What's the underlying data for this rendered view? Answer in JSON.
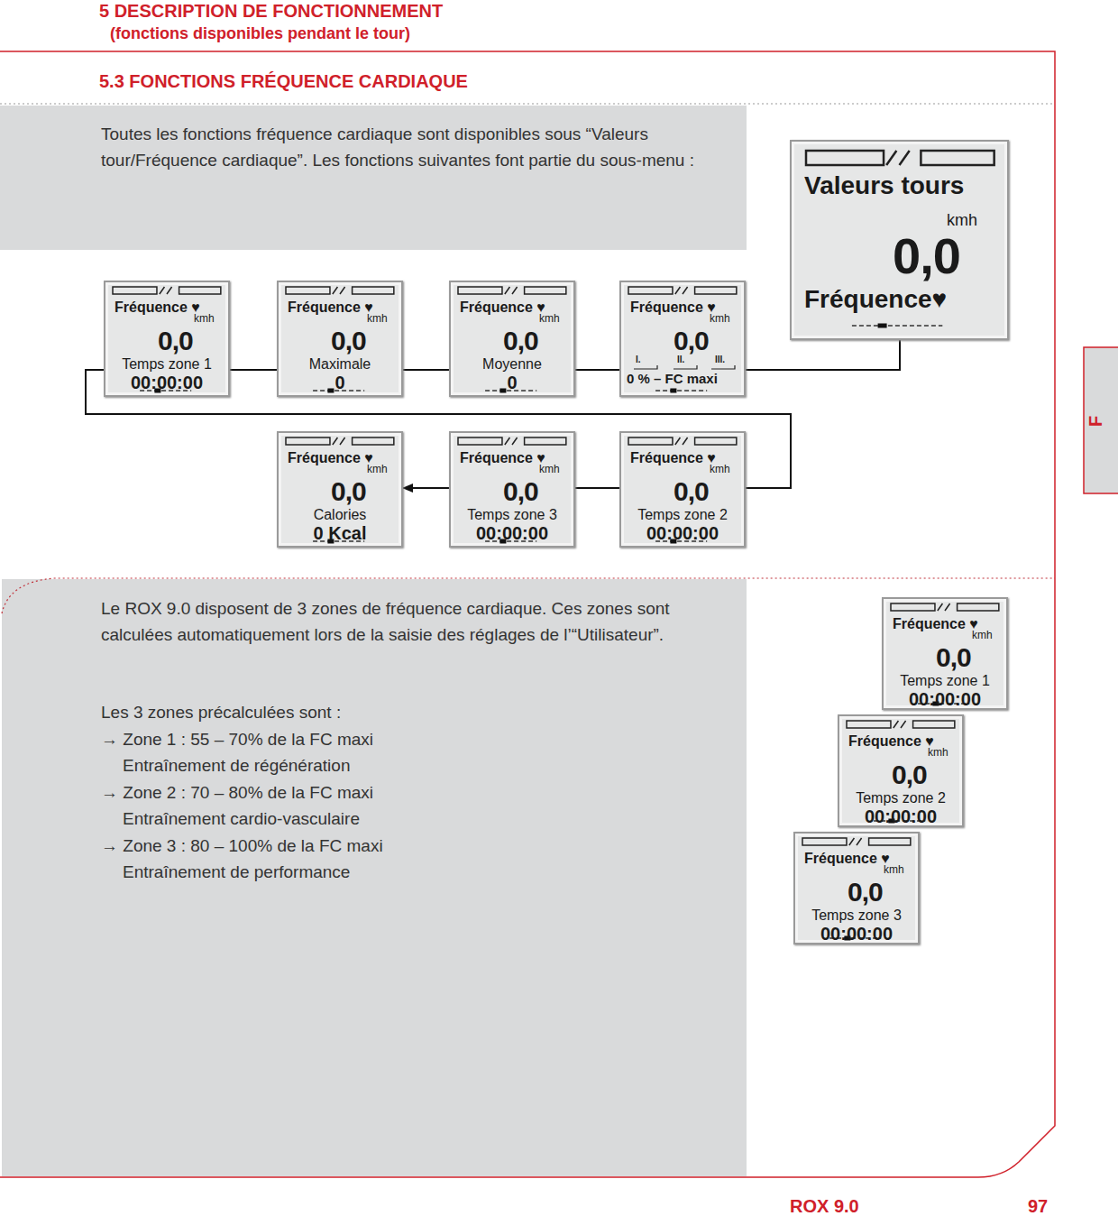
{
  "diagram": {
    "title": "5.3 FONCTIONS FRÉQUENCE CARDIAQUE",
    "nodes": [
      {
        "text": [
          "Valeurs tours",
          "0,0",
          "kmh",
          "Fréquence♥"
        ]
      },
      {
        "text": [
          "Fréquence ♥",
          "0,0",
          "kmh",
          "Temps zone 1",
          "00:00:00"
        ]
      },
      {
        "text": [
          "Fréquence ♥",
          "0,0",
          "kmh",
          "Maximale",
          "0"
        ]
      },
      {
        "text": [
          "Fréquence ♥",
          "0,0",
          "kmh",
          "Moyenne",
          "0"
        ]
      },
      {
        "text": [
          "Fréquence ♥",
          "0,0",
          "kmh",
          "I.",
          "II.",
          "III.",
          "0 % – FC maxi"
        ]
      },
      {
        "text": [
          "Fréquence ♥",
          "0,0",
          "kmh",
          "Calories",
          "0 Kcal"
        ]
      },
      {
        "text": [
          "Fréquence ♥",
          "0,0",
          "kmh",
          "Temps zone 3",
          "00:00:00"
        ]
      },
      {
        "text": [
          "Fréquence ♥",
          "0,0",
          "kmh",
          "Temps zone 2",
          "00:00:00"
        ]
      },
      {
        "text": [
          "Fréquence ♥",
          "0,0",
          "kmh",
          "Temps zone 1",
          "00:00:00"
        ]
      },
      {
        "text": [
          "Fréquence ♥",
          "0,0",
          "kmh",
          "Temps zone 2",
          "00:00:00"
        ]
      },
      {
        "text": [
          "Fréquence ♥",
          "0,0",
          "kmh",
          "Temps zone 3",
          "00:00:00"
        ]
      }
    ],
    "edges": [
      {
        "from": 0,
        "to": 4,
        "arrow": "none"
      },
      {
        "from": 4,
        "to": 3,
        "arrow": "none"
      },
      {
        "from": 3,
        "to": 2,
        "arrow": "none"
      },
      {
        "from": 2,
        "to": 1,
        "arrow": "none"
      },
      {
        "from": 1,
        "to": 7,
        "arrow": "none"
      },
      {
        "from": 7,
        "to": 6,
        "arrow": "none"
      },
      {
        "from": 6,
        "to": 5,
        "arrow": "to"
      }
    ],
    "labels": [
      "5 DESCRIPTION DE FONCTIONNEMENT",
      "(fonctions disponibles pendant le tour)",
      "Toutes les fonctions fréquence cardiaque sont disponibles sous “Valeurs tour/Fréquence cardiaque”. Les fonctions suivantes font partie du sous-menu :",
      "Le ROX 9.0 disposent de 3 zones de fréquence cardiaque. Ces zones sont calculées automatiquement lors de la saisie des réglages de l’“Utilisateur”.",
      "Les 3 zones précalculées sont :",
      "→ Zone 1 : 55 – 70% de la FC maxi",
      "Entraînement de régénération",
      "→ Zone 2 : 70 – 80% de la FC maxi",
      "Entraînement cardio-vasculaire",
      "→ Zone 3 : 80 – 100% de la FC maxi",
      "Entraînement de performance",
      "F",
      "ROX 9.0",
      "97"
    ]
  }
}
